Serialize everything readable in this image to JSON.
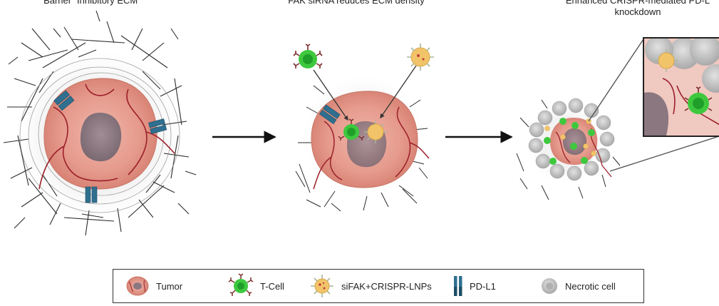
{
  "panels": [
    {
      "title": "“Barrier” Inhibitory ECM"
    },
    {
      "title": "FAK siRNA reduces ECM density"
    },
    {
      "title_lines": [
        "Enhanced CRISPR-mediated PD-L",
        "knockdown"
      ]
    }
  ],
  "legend": {
    "items": [
      {
        "label": "Tumor",
        "icon": "tumor-icon"
      },
      {
        "label": "T-Cell",
        "icon": "t-cell-icon"
      },
      {
        "label": "siFAK+CRISPR-LNPs",
        "icon": "lnp-icon"
      },
      {
        "label": "PD-L1",
        "icon": "pd-l1-icon"
      },
      {
        "label": "Necrotic cell",
        "icon": "necrotic-cell-icon"
      }
    ]
  },
  "colors": {
    "tumor": "#e7a295",
    "tumor_core": "#8a7780",
    "vessel": "#9c1f2a",
    "t_cell": "#3ec83e",
    "lnp": "#f2c46a",
    "pd_l1": "#2f6f8f",
    "necrotic": "#c9c9c9",
    "fiber": "#2b2b2b"
  }
}
